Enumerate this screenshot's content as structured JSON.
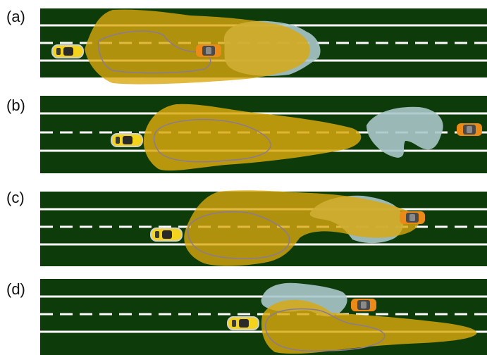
{
  "panels": [
    {
      "label": "(a)"
    },
    {
      "label": "(b)"
    },
    {
      "label": "(c)"
    },
    {
      "label": "(d)"
    }
  ],
  "colors": {
    "road": "#0d3b0a",
    "lane_line": "#ffffff",
    "ego_car": "#f3d31c",
    "other_car": "#ec8a17",
    "ego_region": "#d8a80e",
    "ego_region_outline": "#8a7a9a",
    "other_region": "#a9c6c9"
  }
}
